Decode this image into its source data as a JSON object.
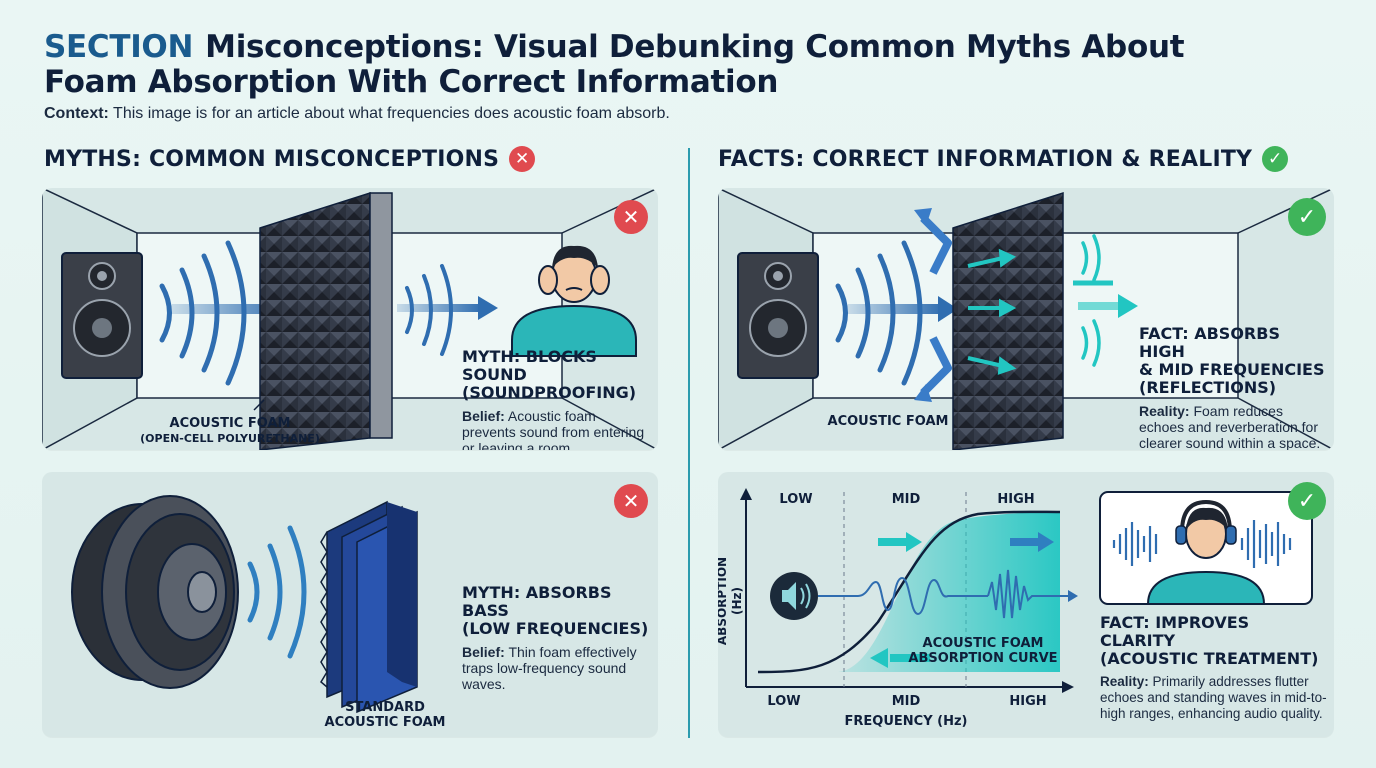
{
  "header": {
    "section_label": "SECTION",
    "title": "Misconceptions: Visual Debunking Common Myths About Foam Absorption With Correct Information",
    "context_label": "Context:",
    "context_text": "This image is for an article about what frequencies does acoustic foam absorb."
  },
  "myths": {
    "heading": "MYTHS: COMMON MISCONCEPTIONS",
    "panel1": {
      "title_line1": "MYTH: BLOCKS SOUND",
      "title_line2": "(SOUNDPROOFING)",
      "body_label": "Belief:",
      "body_text": "Acoustic foam prevents sound from entering or leaving a room.",
      "foam_label": "ACOUSTIC FOAM",
      "foam_sublabel": "(OPEN-CELL POLYURETHANE)"
    },
    "panel2": {
      "title_line1": "MYTH: ABSORBS BASS",
      "title_line2": "(LOW FREQUENCIES)",
      "body_label": "Belief:",
      "body_text": "Thin foam effectively traps low-frequency sound waves.",
      "foam_label_line1": "STANDARD",
      "foam_label_line2": "ACOUSTIC FOAM"
    }
  },
  "facts": {
    "heading": "FACTS: CORRECT INFORMATION & REALITY",
    "panel1": {
      "title_line1": "FACT: ABSORBS HIGH",
      "title_line2": "& MID FREQUENCIES",
      "title_line3": "(REFLECTIONS)",
      "body_label": "Reality:",
      "body_text": "Foam reduces echoes and reverberation for clearer sound within a space.",
      "foam_label": "ACOUSTIC FOAM"
    },
    "panel2": {
      "title_line1": "FACT: IMPROVES CLARITY",
      "title_line2": "(ACOUSTIC TREATMENT)",
      "body_label": "Reality:",
      "body_text": "Primarily addresses flutter echoes and standing waves in mid-to-high ranges, enhancing audio quality.",
      "chart": {
        "top_bands": [
          "LOW",
          "MID",
          "HIGH"
        ],
        "bottom_bands": [
          "LOW",
          "MID",
          "HIGH"
        ],
        "ylabel": "ABSORPTION (Hz)",
        "xlabel": "FREQUENCY (Hz)",
        "curve_label_line1": "ACOUSTIC FOAM",
        "curve_label_line2": "ABSORPTION CURVE"
      }
    }
  },
  "icons": {
    "myth_badge": "x-icon",
    "fact_badge": "check-icon",
    "x_glyph": "✕",
    "check_glyph": "✓"
  },
  "colors": {
    "myth_red": "#e04a4f",
    "fact_green": "#3fb45a",
    "wave_blue": "#2f6db0",
    "teal": "#22c6c2",
    "foam_dark": "#2d3340"
  }
}
